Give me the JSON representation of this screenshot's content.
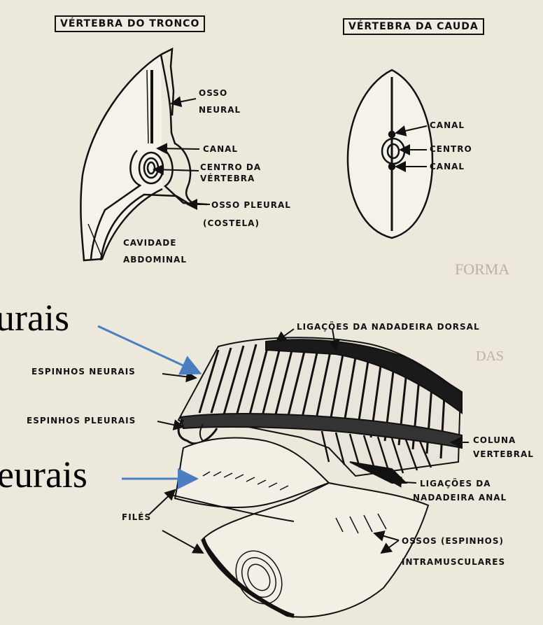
{
  "titles": {
    "trunk": "VÉRTEBRA DO TRONCO",
    "tail": "VÉRTEBRA DA CAUDA"
  },
  "trunk_labels": {
    "osso_neural": [
      "OSSO",
      "NEURAL"
    ],
    "canal": "CANAL",
    "centro": [
      "CENTRO DA",
      "VÉRTEBRA"
    ],
    "osso_pleural": "OSSO PLEURAL",
    "costela": "(COSTELA)",
    "cavidade": [
      "CAVIDADE",
      "ABDOMINAL"
    ]
  },
  "tail_labels": {
    "canal_top": "CANAL",
    "centro": "CENTRO",
    "canal_bottom": "CANAL"
  },
  "fish_labels": {
    "dorsal": "LIGAÇÕES DA NADADEIRA DORSAL",
    "espinhos_neurais": "ESPINHOS NEURAIS",
    "espinhos_pleurais": "ESPINHOS PLEURAIS",
    "coluna": [
      "COLUNA",
      "VERTEBRAL"
    ],
    "anal": [
      "LIGAÇÕES DA",
      "NADADEIRA ANAL"
    ],
    "files": "FILÉS",
    "intramusculares": [
      "OSSOS (ESPINHOS)",
      "INTRAMUSCULARES"
    ]
  },
  "overlay_labels": {
    "neurais": "urais",
    "pleurais": "eurais"
  },
  "colors": {
    "paper": "#ece8dc",
    "ink": "#111111",
    "arrow": "#4a7ec0",
    "faded_text": "#b8b2a4"
  }
}
